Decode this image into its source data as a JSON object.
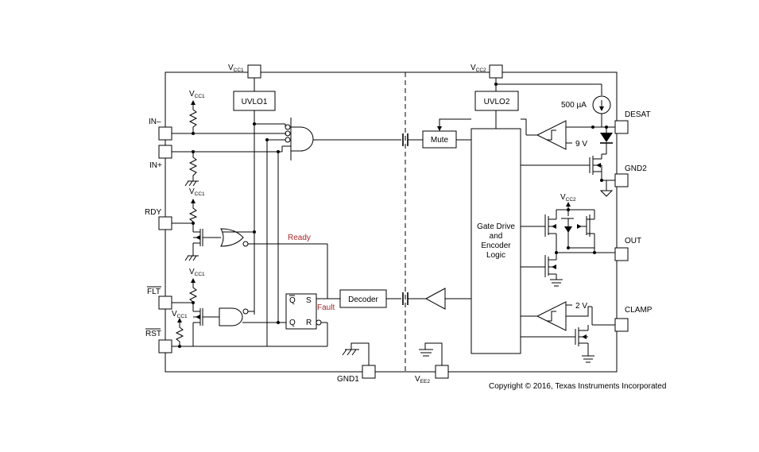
{
  "pins": {
    "vcc1": "V",
    "vcc1_sub": "CC1",
    "vcc2": "V",
    "vcc2_sub": "CC2",
    "in_minus": "IN–",
    "in_plus": "IN+",
    "rdy": "RDY",
    "flt": "FLT",
    "rst": "RST",
    "gnd1": "GND1",
    "vee2": "V",
    "vee2_sub": "EE2",
    "desat": "DESAT",
    "gnd2": "GND2",
    "out": "OUT",
    "clamp": "CLAMP"
  },
  "blocks": {
    "uvlo1": "UVLO1",
    "uvlo2": "UVLO2",
    "mute": "Mute",
    "decoder": "Decoder",
    "gate_drive_l1": "Gate Drive",
    "gate_drive_l2": "and",
    "gate_drive_l3": "Encoder",
    "gate_drive_l4": "Logic"
  },
  "signals": {
    "ready": "Ready",
    "fault": "Fault",
    "current_source": "500 µA",
    "desat_threshold": "9 V",
    "clamp_threshold": "2 V",
    "ff_qbar": "Q",
    "ff_s": "S",
    "ff_q": "Q",
    "ff_r": "R",
    "vcc_local": "V",
    "vcc_local_sub": "CC1",
    "vcc2_local": "V",
    "vcc2_local_sub": "CC2"
  },
  "copyright": "Copyright © 2016, Texas Instruments Incorporated"
}
